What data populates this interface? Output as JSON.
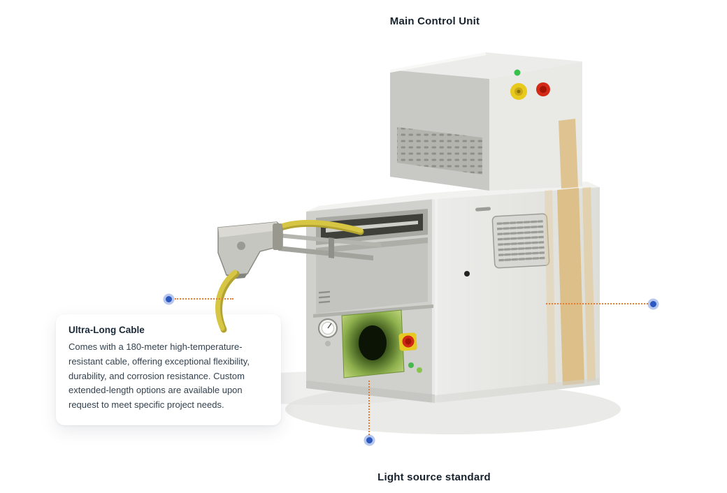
{
  "labels": {
    "top": "Main Control Unit",
    "bottom": "Light source standard"
  },
  "callout": {
    "title": "Ultra-Long Cable",
    "body": "Comes with a 180-meter high-temperature-resistant cable, offering exceptional flexibility, durability, and corrosion resistance. Custom extended-length options are available upon request to meet specific project needs."
  },
  "hotspots": [
    {
      "name": "ultra-long-cable",
      "marker": "blue-dot",
      "position": "left"
    },
    {
      "name": "main-control-unit",
      "marker": "blue-dot",
      "position": "right"
    },
    {
      "name": "light-source-standard",
      "marker": "blue-dot",
      "position": "bottom"
    }
  ],
  "colors": {
    "background": "#FFFFFF",
    "leader_orange": "#EE7A2F",
    "marker_blue": "#2B59C0",
    "heading_text": "#17222D",
    "body_text": "#33414E",
    "machine_gray": "#D0D0CC",
    "cable_yellow": "#D7C544",
    "accent_tan": "#DCB97A",
    "safety_green": "#8FB14E",
    "estop_red": "#CF2A18"
  }
}
